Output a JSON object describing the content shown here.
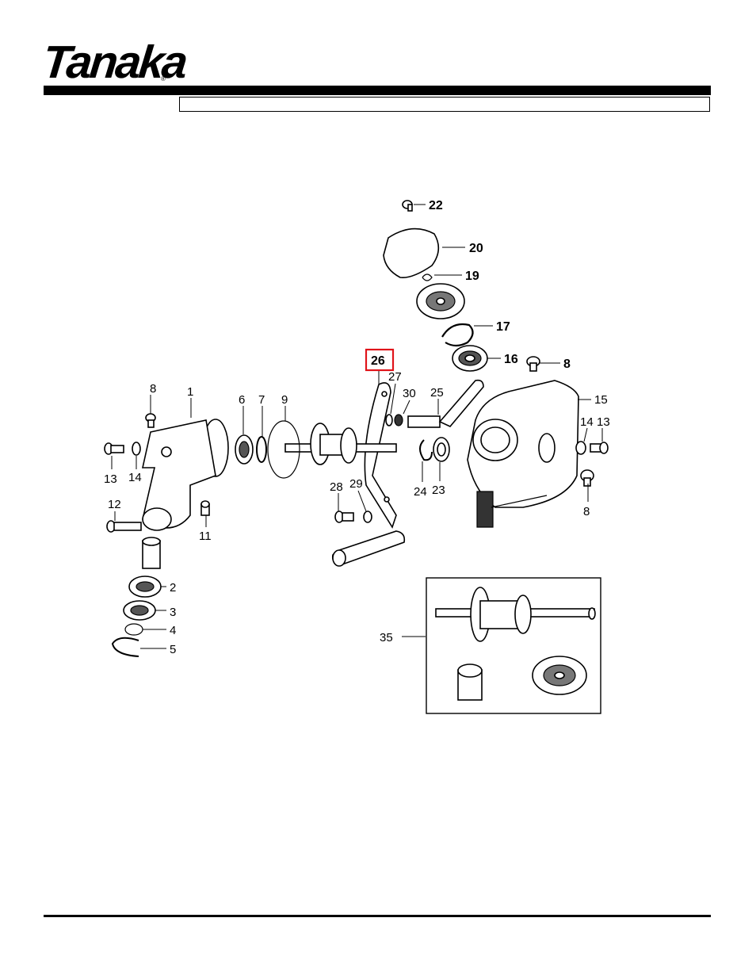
{
  "brand": {
    "logo_text": "Tanaka",
    "registered_mark": "®"
  },
  "diagram": {
    "highlighted_callout": "26",
    "callouts": [
      "22",
      "20",
      "19",
      "17",
      "16",
      "8",
      "26",
      "27",
      "30",
      "25",
      "15",
      "14",
      "13",
      "8",
      "1",
      "6",
      "7",
      "9",
      "13",
      "14",
      "12",
      "11",
      "28",
      "29",
      "24",
      "23",
      "8",
      "2",
      "3",
      "4",
      "5",
      "35"
    ]
  }
}
